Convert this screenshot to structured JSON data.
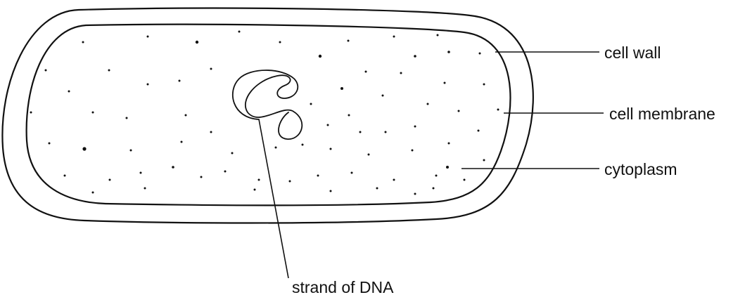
{
  "labels": {
    "cell_wall": "cell wall",
    "cell_membrane": "cell membrane",
    "cytoplasm": "cytoplasm",
    "dna": "strand of DNA"
  },
  "colors": {
    "line": "#111111",
    "background": "#ffffff"
  }
}
